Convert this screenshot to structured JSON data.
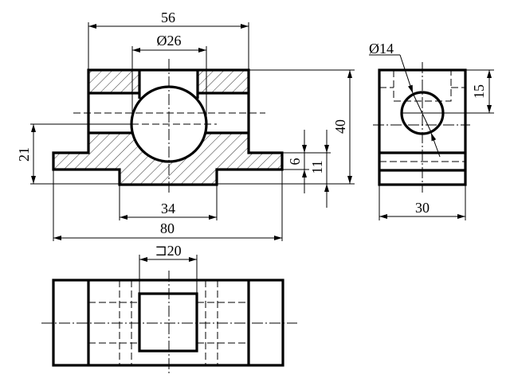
{
  "drawing": {
    "front_view": {
      "dims": {
        "overall_top_width": "56",
        "bore_diameter": "Ø26",
        "height": "40",
        "center_height": "21",
        "flange_thickness": "6",
        "base_height": "11",
        "foot_width": "34",
        "overall_width": "80"
      }
    },
    "side_view": {
      "dims": {
        "hole_diameter": "Ø14",
        "hole_offset": "15",
        "depth": "30"
      }
    },
    "top_view": {
      "dims": {
        "square_size": "⊐20"
      }
    },
    "colors": {
      "line": "#000000",
      "background": "#ffffff"
    }
  }
}
